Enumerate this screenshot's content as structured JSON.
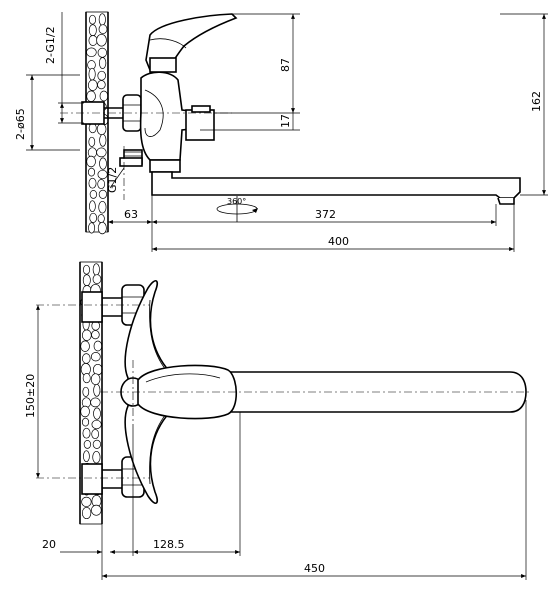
{
  "labels": {
    "thread_top": "2-G1/2",
    "diameter": "2-ø65",
    "bottom_thread": "G1/2",
    "rotation": "360°",
    "dim_87": "87",
    "dim_17": "17",
    "dim_162": "162",
    "dim_63": "63",
    "dim_372": "372",
    "dim_400": "400",
    "dim_150": "150±20",
    "dim_20": "20",
    "dim_128": "128.5",
    "dim_450": "450"
  }
}
